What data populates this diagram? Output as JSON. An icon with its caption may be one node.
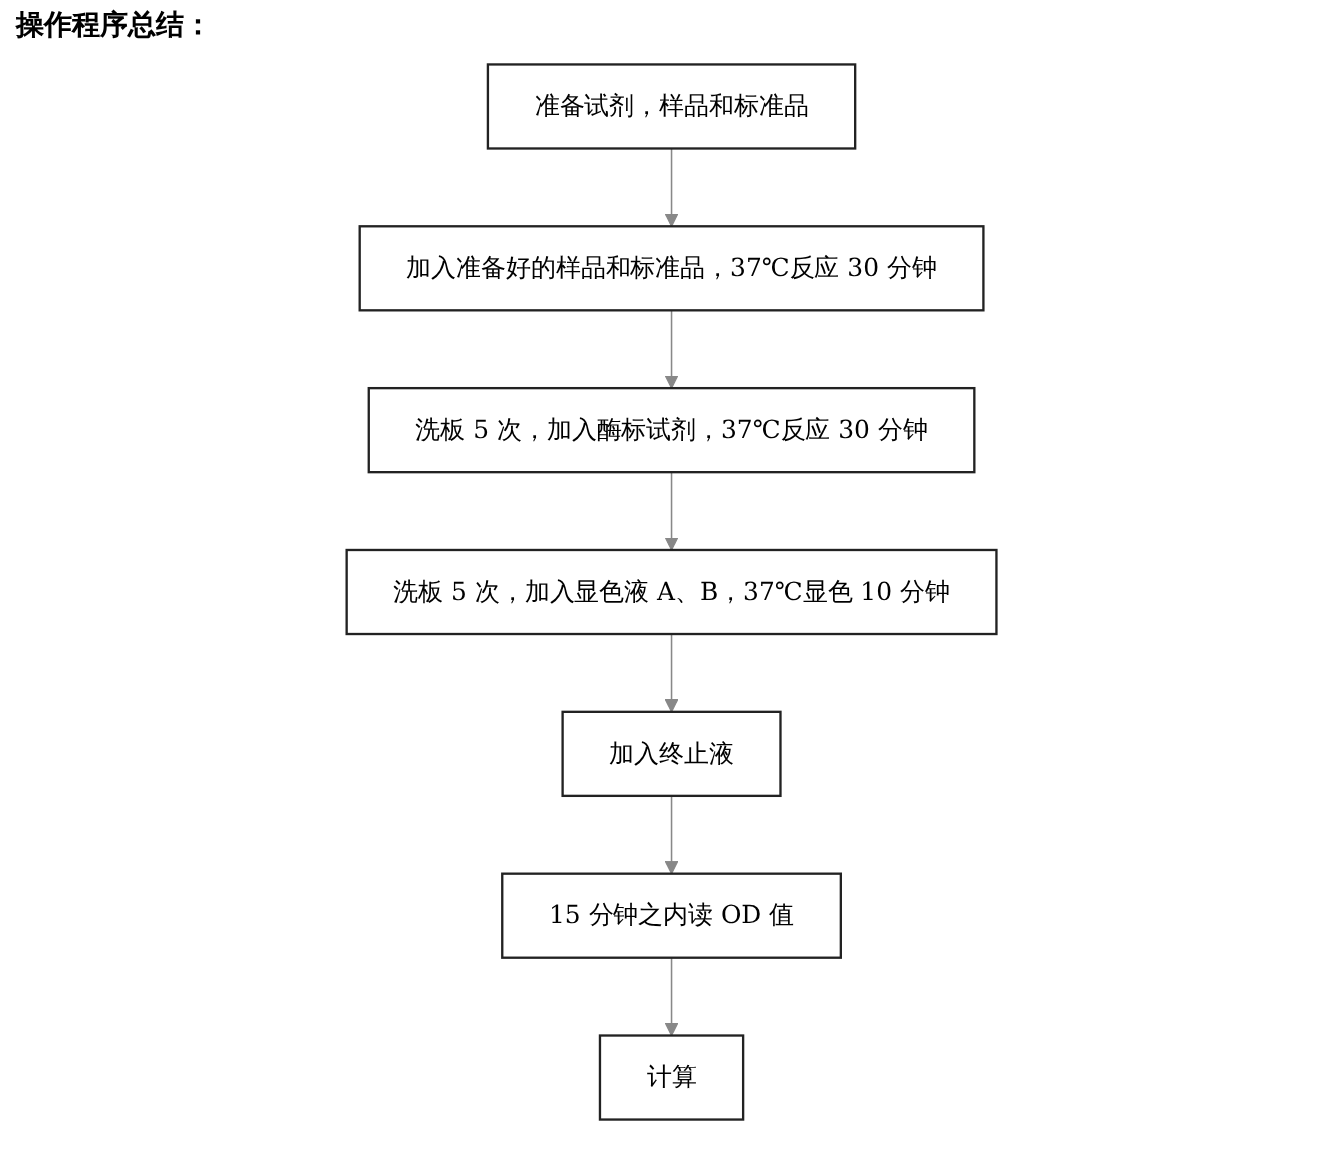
{
  "diagram": {
    "title": "操作程序总结：",
    "nodes": [
      {
        "text": [
          "准备试剂，样品和标准品"
        ]
      },
      {
        "text": [
          "加入准备好的样品和标准品，37℃反应 30 分钟"
        ]
      },
      {
        "text": [
          "洗板 5 次，加入酶标试剂，37℃反应 30 分钟"
        ]
      },
      {
        "text": [
          "洗板 5 次，加入显色液 A、B，37℃显色 10 分钟"
        ]
      },
      {
        "text": [
          "加入终止液"
        ]
      },
      {
        "text": [
          "15 分钟之内读 OD 值"
        ]
      },
      {
        "text": [
          "计算"
        ]
      }
    ],
    "edges": [
      {
        "from": 0,
        "to": 1,
        "arrow": "to"
      },
      {
        "from": 1,
        "to": 2,
        "arrow": "to"
      },
      {
        "from": 2,
        "to": 3,
        "arrow": "to"
      },
      {
        "from": 3,
        "to": 4,
        "arrow": "to"
      },
      {
        "from": 4,
        "to": 5,
        "arrow": "to"
      },
      {
        "from": 5,
        "to": 6,
        "arrow": "to"
      }
    ]
  }
}
